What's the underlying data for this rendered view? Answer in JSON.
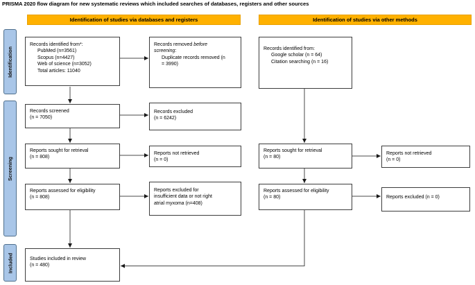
{
  "title": "PRISMA 2020 flow diagram for new systematic reviews which included searches of databases, registers and other sources",
  "headers": {
    "left": "Identification of studies via databases and registers",
    "right": "Identification of studies via other methods"
  },
  "stages": {
    "identification": "Identification",
    "screening": "Screening",
    "included": "Included"
  },
  "colors": {
    "header_bg": "#FFB100",
    "header_border": "#E9A000",
    "stage_fill": "#A9C6E8",
    "stage_border": "#4E6E8C",
    "box_border": "#3C3C3C",
    "arrow": "#4A4A4A",
    "arrow_head": "#1A1A1A"
  },
  "boxes": {
    "records_identified_databases": {
      "lines": [
        {
          "t": "Records identified from*:"
        },
        {
          "t": "PubMed (n=3561)",
          "ind": 1
        },
        {
          "t": "Scopus (n=4427)",
          "ind": 1
        },
        {
          "t": "Web of science (n=3052)",
          "ind": 1
        },
        {
          "t": "Total articles: 11040",
          "ind": 1
        }
      ]
    },
    "records_removed": {
      "lines": [
        {
          "seg": [
            {
              "t": "Records removed "
            },
            {
              "t": "before",
              "i": true
            }
          ]
        },
        {
          "seg": [
            {
              "t": "screening",
              "i": true
            },
            {
              "t": ":"
            }
          ]
        },
        {
          "t": "Duplicate records removed (n",
          "ind": 1
        },
        {
          "t": "= 3990)",
          "ind": 1
        }
      ]
    },
    "records_identified_other": {
      "lines": [
        {
          "t": "Records identified from:"
        },
        {
          "t": "Google scholar (n = 64)",
          "ind": 1
        },
        {
          "t": "Citation searching (n = 16)",
          "ind": 1
        }
      ]
    },
    "records_screened": {
      "lines": [
        {
          "t": "Records screened"
        },
        {
          "t": "(n = 7050)"
        }
      ]
    },
    "records_excluded": {
      "lines": [
        {
          "t": "Records excluded"
        },
        {
          "t": "(n = 6242)"
        }
      ]
    },
    "reports_sought_db": {
      "lines": [
        {
          "t": "Reports sought for retrieval"
        },
        {
          "t": "(n = 808)"
        }
      ]
    },
    "reports_not_retrieved_db": {
      "lines": [
        {
          "t": "Reports not retrieved"
        },
        {
          "t": "(n = 0)"
        }
      ]
    },
    "reports_sought_other": {
      "lines": [
        {
          "t": "Reports sought for retrieval"
        },
        {
          "t": "(n = 80)"
        }
      ]
    },
    "reports_not_retrieved_other": {
      "lines": [
        {
          "t": "Reports not retrieved"
        },
        {
          "t": "(n = 0)"
        }
      ]
    },
    "reports_assessed_db": {
      "lines": [
        {
          "t": "Reports assessed for eligibility"
        },
        {
          "t": "(n = 808)"
        }
      ]
    },
    "reports_excluded_db": {
      "lines": [
        {
          "t": "Reports excluded for"
        },
        {
          "t": "insufficient data or not right"
        },
        {
          "t": "atrial myxoma (n=408)"
        }
      ]
    },
    "reports_assessed_other": {
      "lines": [
        {
          "t": "Reports assessed for eligibility"
        },
        {
          "t": "(n = 80)"
        }
      ]
    },
    "reports_excluded_other": {
      "lines": [
        {
          "t": "Reports excluded (n = 0)"
        }
      ]
    },
    "studies_included": {
      "lines": [
        {
          "t": "Studies included in review"
        },
        {
          "t": "(n = 480)"
        }
      ]
    }
  }
}
